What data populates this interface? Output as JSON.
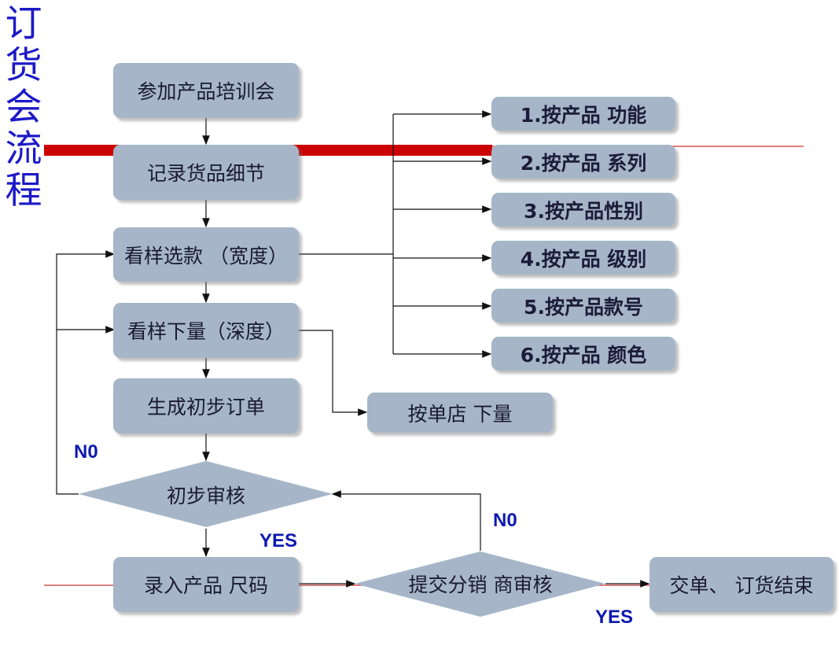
{
  "title_chars": [
    "订",
    "货",
    "会",
    "流",
    "程"
  ],
  "nodes": {
    "training": "参加产品培训会",
    "record": "记录货品细节",
    "select_width": "看样选款 （宽度）",
    "order_depth": "看样下量（深度）",
    "initial_order": "生成初步订单",
    "by_store": "按单店 下量",
    "initial_review": "初步审核",
    "enter_size": "录入产品 尺码",
    "distributor_review": "提交分销 商审核",
    "finish": "交单、 订货结束"
  },
  "categories": [
    "1.按产品 功能",
    "2.按产品 系列",
    "3.按产品性别",
    "4.按产品 级别",
    "5.按产品款号",
    "6.按产品 颜色"
  ],
  "edge_labels": {
    "no_left": "N0",
    "yes_bottom": "YES",
    "no_right": "N0",
    "yes_right": "YES"
  },
  "colors": {
    "title": "#1c19c8",
    "box_fill": "#a6b6c8",
    "red_band": "#cc0000",
    "label_blue": "#0d18b0"
  }
}
